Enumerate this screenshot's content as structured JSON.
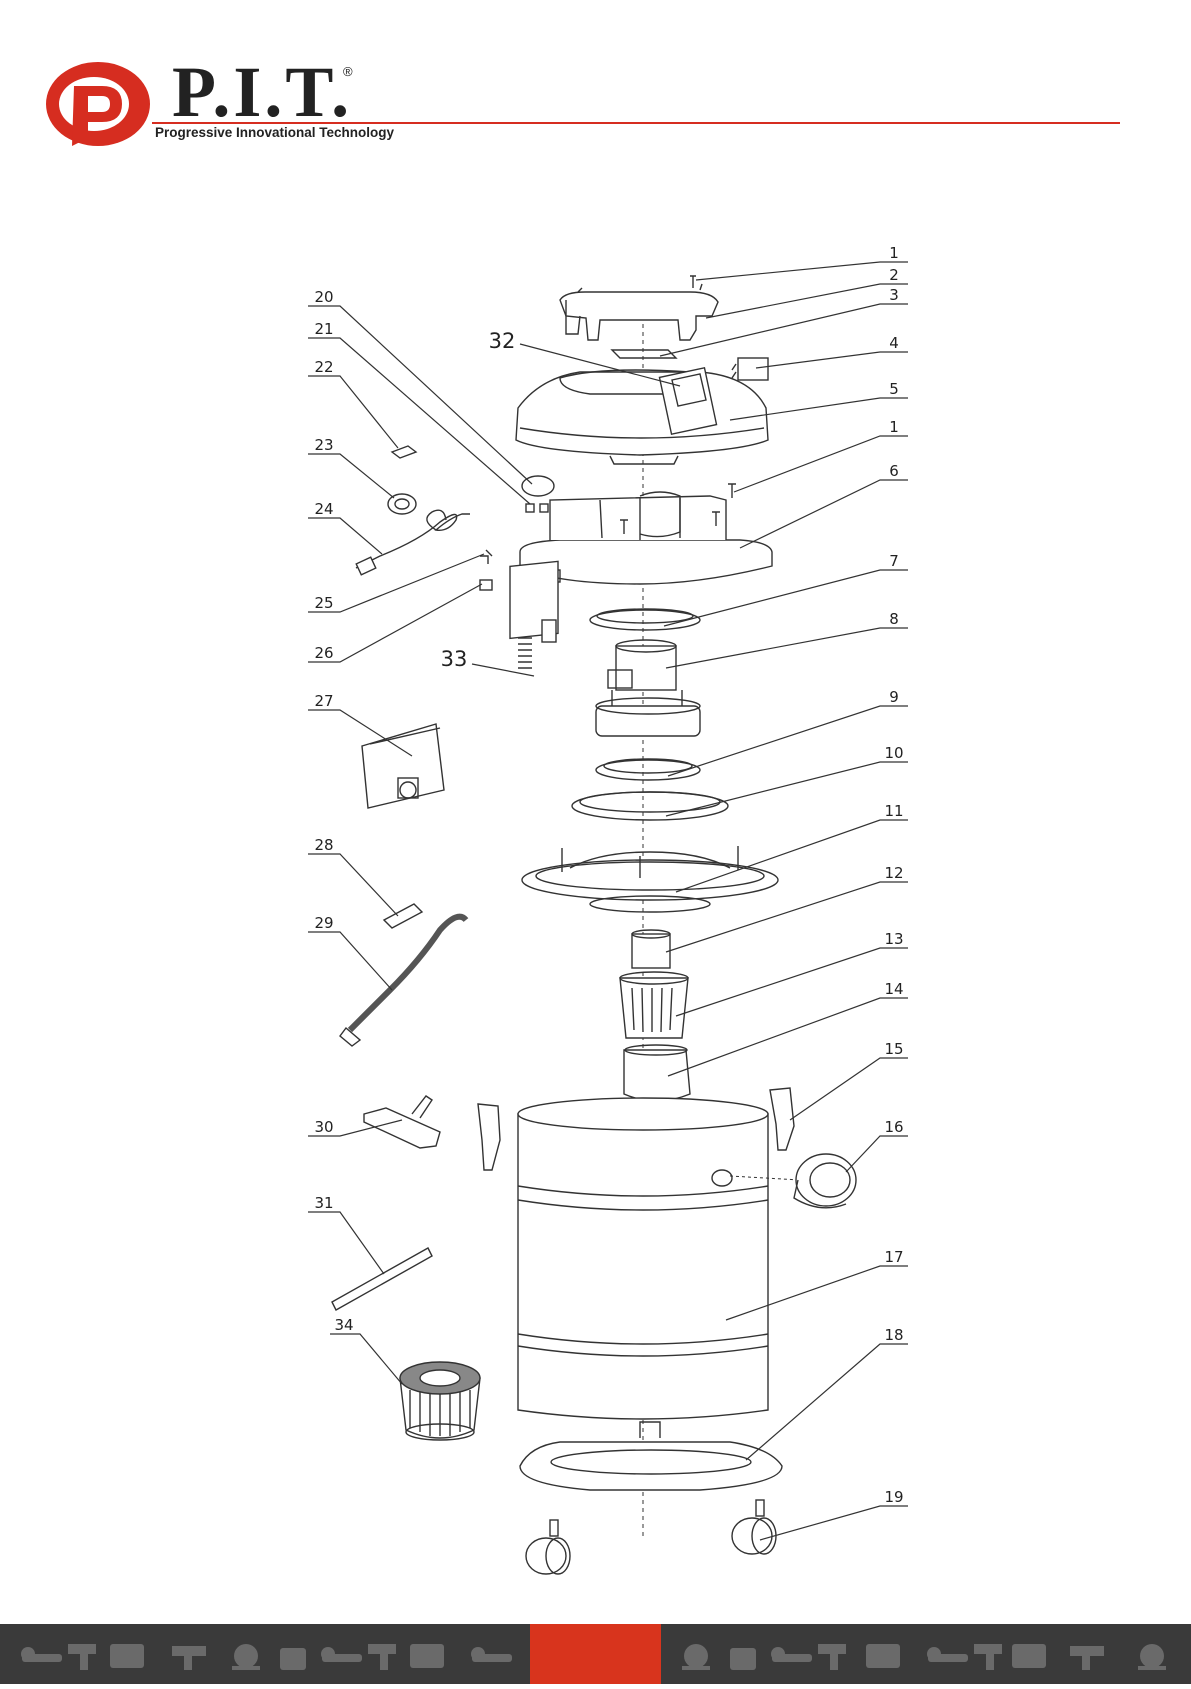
{
  "header": {
    "brand": "P.I.T.",
    "registered_mark": "®",
    "tagline": "Progressive Innovational Technology"
  },
  "colors": {
    "accent": "#d62d20",
    "footer_bg": "#3a3a3a",
    "footer_accent": "#d8341d",
    "line": "#333333"
  },
  "diagram": {
    "labels_right": [
      "1",
      "2",
      "3",
      "4",
      "5",
      "1",
      "6",
      "7",
      "8",
      "9",
      "10",
      "11",
      "12",
      "13",
      "14",
      "15",
      "16",
      "17",
      "18",
      "19"
    ],
    "labels_left": [
      "20",
      "21",
      "22",
      "23",
      "24",
      "25",
      "26",
      "27",
      "28",
      "29",
      "30",
      "31",
      "34"
    ],
    "labels_center": [
      "32",
      "33"
    ]
  },
  "footer": {
    "icons": [
      "grinder-icon",
      "drill-icon",
      "generator-icon",
      "hammer-drill-icon",
      "mixer-icon",
      "saw-icon"
    ]
  }
}
